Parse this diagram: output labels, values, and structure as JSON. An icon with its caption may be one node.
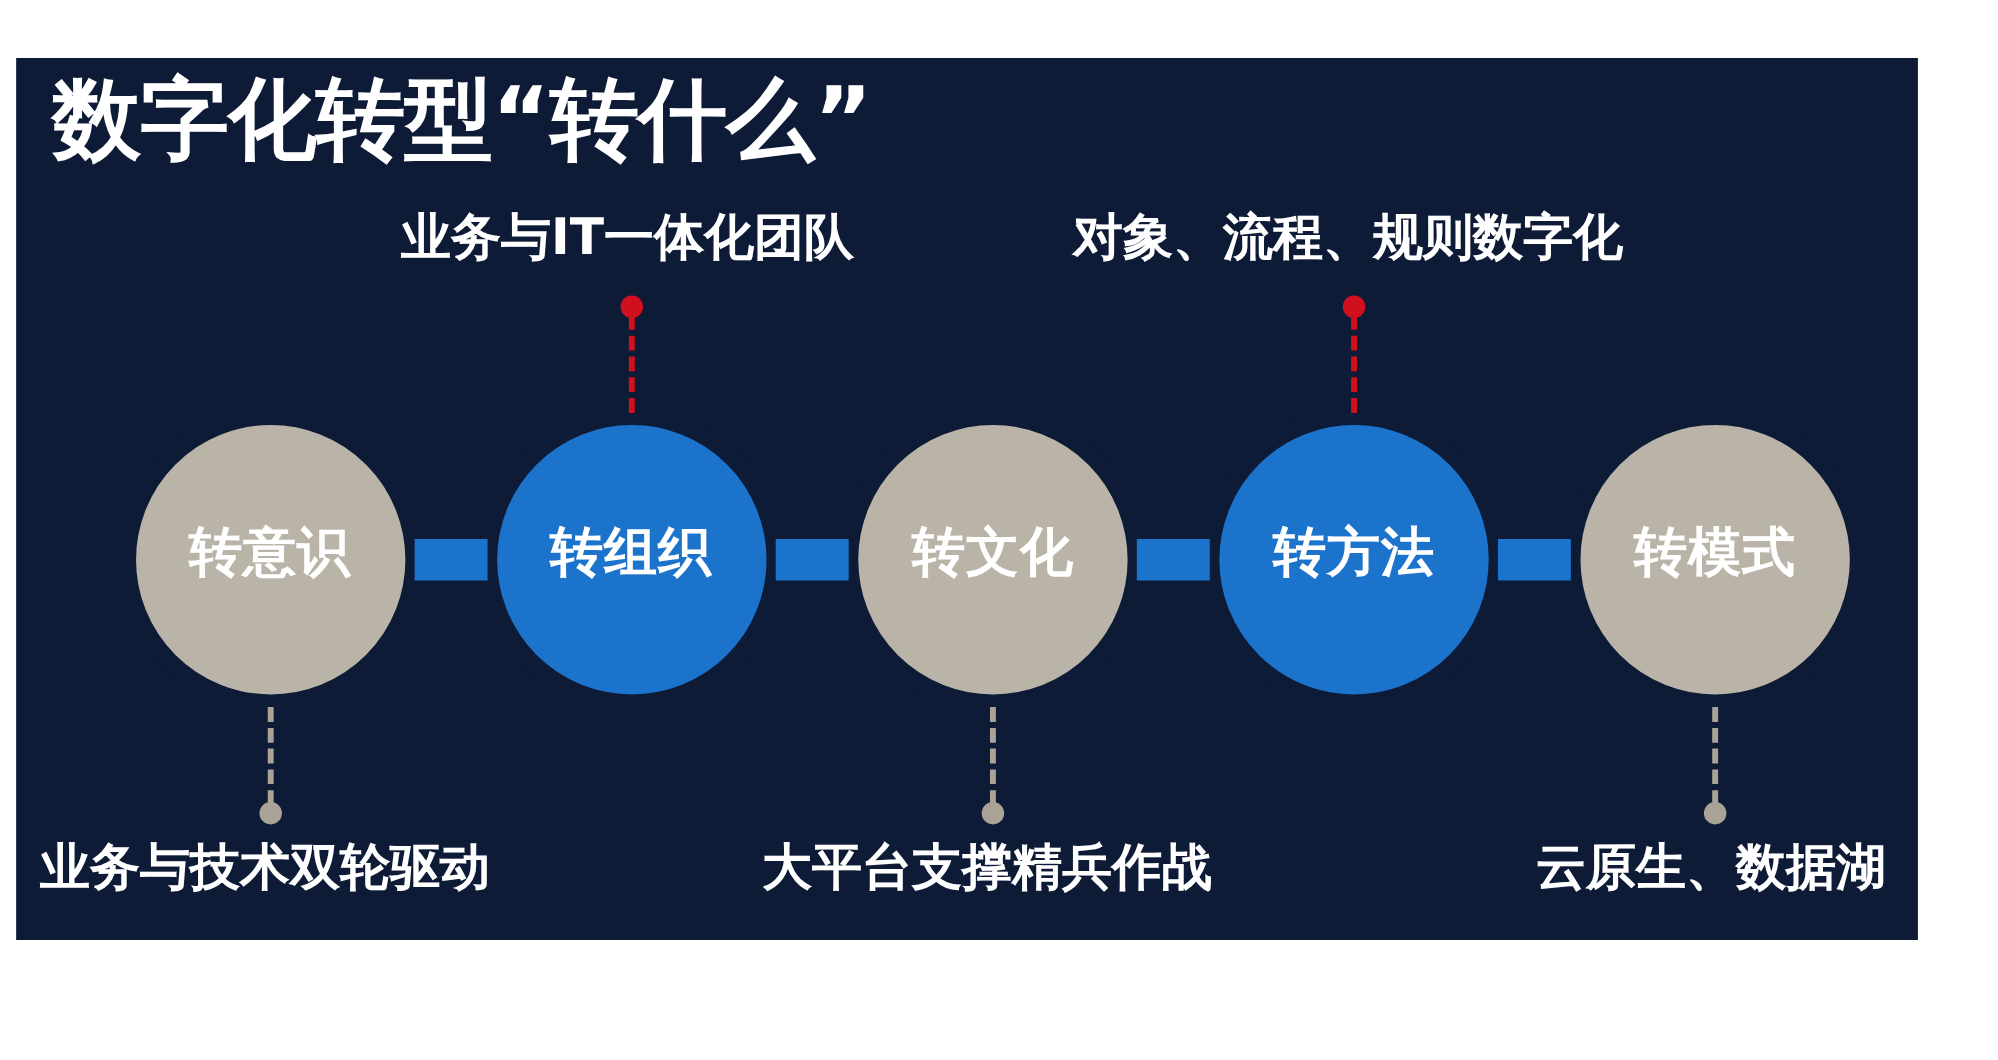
{
  "diagram": {
    "title": "数字化转型“转什么”",
    "nodes": [
      {
        "text": [
          "业务与IT一体化团队"
        ]
      },
      {
        "text": [
          "对象、流程、规则数字化"
        ]
      },
      {
        "text": [
          "转意识"
        ]
      },
      {
        "text": [
          "转组织"
        ]
      },
      {
        "text": [
          "转文化"
        ]
      },
      {
        "text": [
          "转方法"
        ]
      },
      {
        "text": [
          "转模式"
        ]
      },
      {
        "text": [
          "业务与技术双轮驱动"
        ]
      },
      {
        "text": [
          "大平台支撑精兵作战"
        ]
      },
      {
        "text": [
          "云原生、数据湖"
        ]
      }
    ],
    "edges": [
      {
        "from": 2,
        "to": 3,
        "arrow": "none",
        "style": "thick",
        "color": "#1b73cc"
      },
      {
        "from": 3,
        "to": 4,
        "arrow": "none",
        "style": "thick",
        "color": "#1b73cc"
      },
      {
        "from": 4,
        "to": 5,
        "arrow": "none",
        "style": "thick",
        "color": "#1b73cc"
      },
      {
        "from": 5,
        "to": 6,
        "arrow": "none",
        "style": "thick",
        "color": "#1b73cc"
      },
      {
        "from": 0,
        "to": 3,
        "arrow": "other",
        "style": "dashed",
        "color": "#d0101e"
      },
      {
        "from": 1,
        "to": 5,
        "arrow": "other",
        "style": "dashed",
        "color": "#d0101e"
      },
      {
        "from": 7,
        "to": 2,
        "arrow": "other",
        "style": "dashed",
        "color": "#a8a396"
      },
      {
        "from": 8,
        "to": 4,
        "arrow": "other",
        "style": "dashed",
        "color": "#a8a396"
      },
      {
        "from": 9,
        "to": 6,
        "arrow": "other",
        "style": "dashed",
        "color": "#a8a396"
      }
    ]
  }
}
